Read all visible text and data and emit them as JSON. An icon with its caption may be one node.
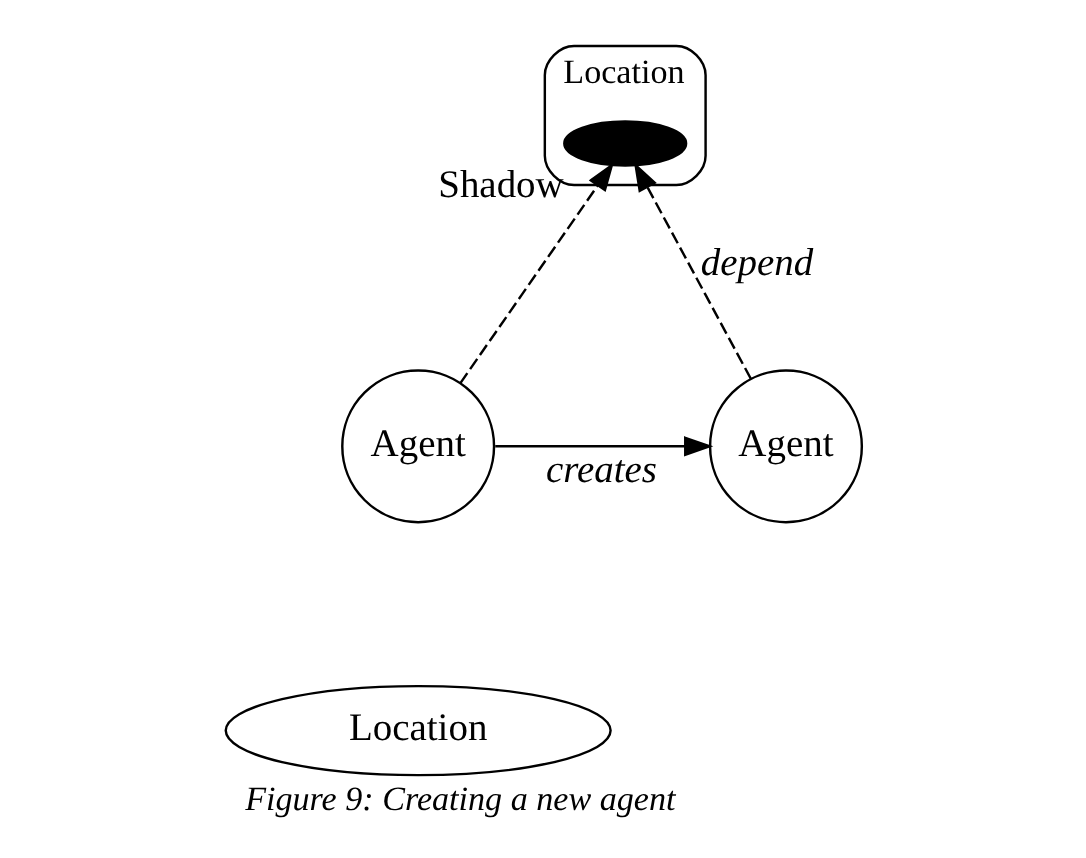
{
  "diagram": {
    "caption": "Figure 9: Creating a new agent",
    "nodes": [
      {
        "text": [
          "Location"
        ]
      },
      {
        "text": [
          "Shadow"
        ],
        "in": 0
      },
      {
        "text": [
          "Agent"
        ]
      },
      {
        "text": [
          "Location"
        ]
      },
      {
        "text": [
          "Agent"
        ]
      }
    ],
    "edges": [
      {
        "from": 2,
        "to": 4,
        "arrow": "to",
        "label": "creates"
      },
      {
        "from": 2,
        "to": 1,
        "arrow": "to",
        "style": "dashed"
      },
      {
        "from": 4,
        "to": 1,
        "arrow": "to",
        "style": "dashed",
        "label": "depend"
      }
    ]
  }
}
